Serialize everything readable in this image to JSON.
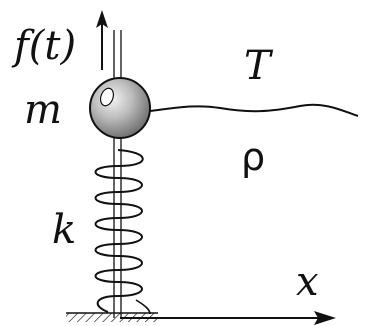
{
  "labels": {
    "force": "f(t)",
    "mass": "m",
    "tension": "T",
    "density": "ρ",
    "stiffness": "k",
    "axis": "x"
  }
}
